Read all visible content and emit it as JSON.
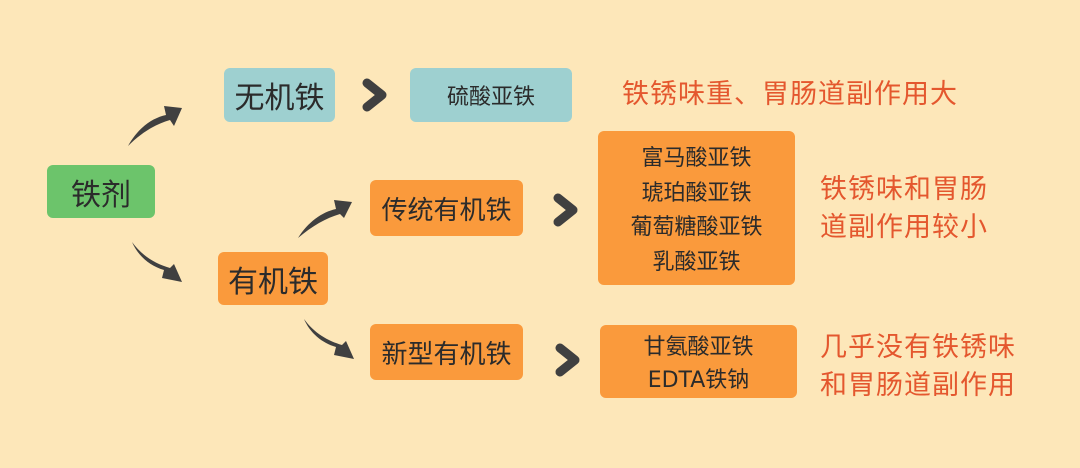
{
  "colors": {
    "background": "#fde7b9",
    "root_box": "#6cc46b",
    "inorganic_box": "#9ed0d0",
    "organic_box": "#fa9a3c",
    "note_text": "#e4572e",
    "arrow": "#404040",
    "text": "#2b2b2b"
  },
  "root": {
    "label": "铁剂"
  },
  "inorganic": {
    "label": "无机铁",
    "examples": [
      "硫酸亚铁"
    ],
    "note": "铁锈味重、胃肠道副作用大"
  },
  "organic": {
    "label": "有机铁",
    "traditional": {
      "label": "传统有机铁",
      "examples": [
        "富马酸亚铁",
        "琥珀酸亚铁",
        "葡萄糖酸亚铁",
        "乳酸亚铁"
      ],
      "note_lines": [
        "铁锈味和胃肠",
        "道副作用较小"
      ]
    },
    "new_type": {
      "label": "新型有机铁",
      "examples": [
        "甘氨酸亚铁",
        "EDTA铁钠"
      ],
      "note_lines": [
        "几乎没有铁锈味",
        "和胃肠道副作用"
      ]
    }
  },
  "icons": {
    "curved_arrow": "curved-arrow-icon",
    "chevron": "chevron-right-icon"
  }
}
